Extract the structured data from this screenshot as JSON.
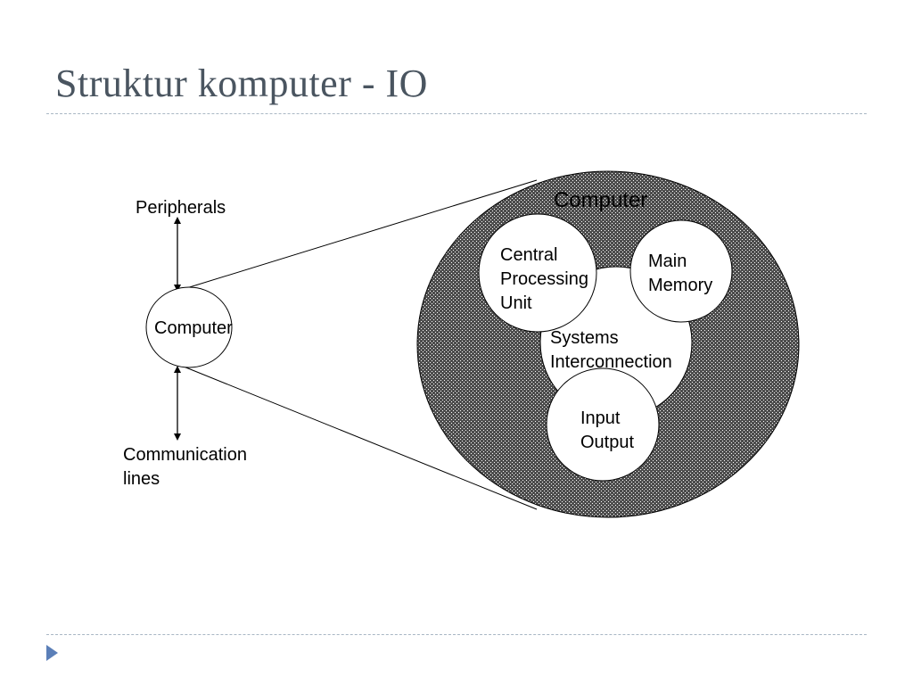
{
  "slide": {
    "title": "Struktur komputer - IO"
  },
  "diagram": {
    "left": {
      "peripherals_label": "Peripherals",
      "computer_label": "Computer",
      "communication_label_line1": "Communication",
      "communication_label_line2": "lines"
    },
    "zoom": {
      "computer_label": "Computer",
      "cpu_line1": "Central",
      "cpu_line2": "Processing",
      "cpu_line3": "Unit",
      "memory_line1": "Main",
      "memory_line2": "Memory",
      "interconnect_line1": "Systems",
      "interconnect_line2": "Interconnection",
      "io_line1": "Input",
      "io_line2": "Output"
    }
  },
  "colors": {
    "title": "#4a5560",
    "rule": "#a9b7c4",
    "bullet": "#5b7fb8",
    "hatch_dark": "#4d4d4d"
  }
}
